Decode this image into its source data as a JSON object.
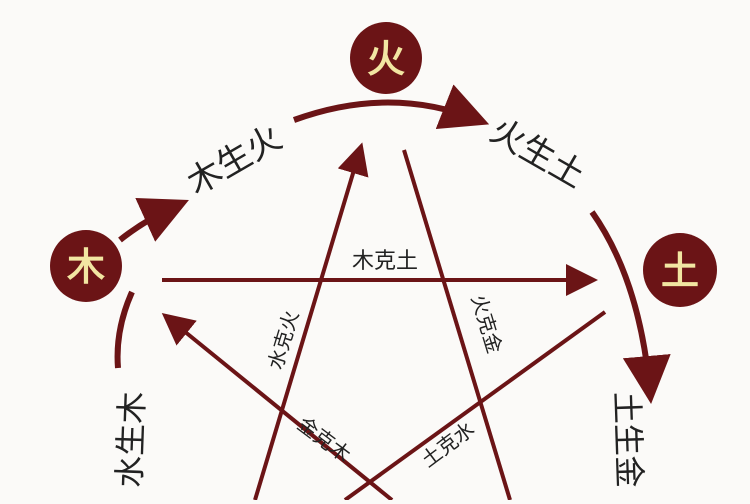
{
  "diagram": {
    "colors": {
      "accent": "#6b1416",
      "node_text": "#f2e6a2",
      "label_text": "#222222",
      "background": "#fbfaf8"
    },
    "nodes": {
      "fire": "火",
      "wood": "木",
      "earth": "土"
    },
    "generating": {
      "wood_fire": "木生火",
      "fire_earth": "火生土",
      "water_wood": "水生木",
      "earth_metal": "土生金"
    },
    "controlling": {
      "wood_earth": "木克土",
      "water_fire": "水克火",
      "fire_metal": "火克金",
      "metal_wood": "金克木",
      "earth_water": "土克水"
    }
  }
}
